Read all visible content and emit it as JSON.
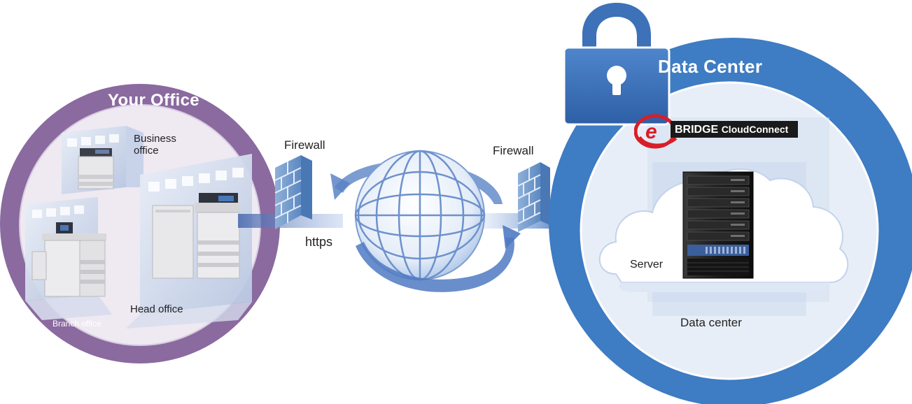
{
  "office": {
    "title": "Your Office",
    "business_office": [
      "Business",
      "office"
    ],
    "head_office": "Head office",
    "branch_office": "Branch office"
  },
  "network": {
    "firewall_left": "Firewall",
    "firewall_right": "Firewall",
    "protocol": "https"
  },
  "datacenter": {
    "title": "Data Center",
    "logo_e": "e",
    "logo_bridge": "BRIDGE",
    "logo_cloud": "CloudConnect",
    "server_label": "Server",
    "dc_label": "Data center"
  },
  "colors": {
    "office_purple": "#8a6a9f",
    "office_inner": "#efe9f2",
    "datacenter_blue": "#3e7cc3",
    "datacenter_ring": "#e8eef7",
    "link_blue": "#2f62b3",
    "lock_blue": "#3d71b8",
    "logo_red": "#d81e27"
  },
  "icons": [
    "padlock-icon",
    "firewall-icon",
    "globe-icon",
    "cloud-icon",
    "server-rack-icon",
    "printer-icon",
    "building-icon"
  ]
}
